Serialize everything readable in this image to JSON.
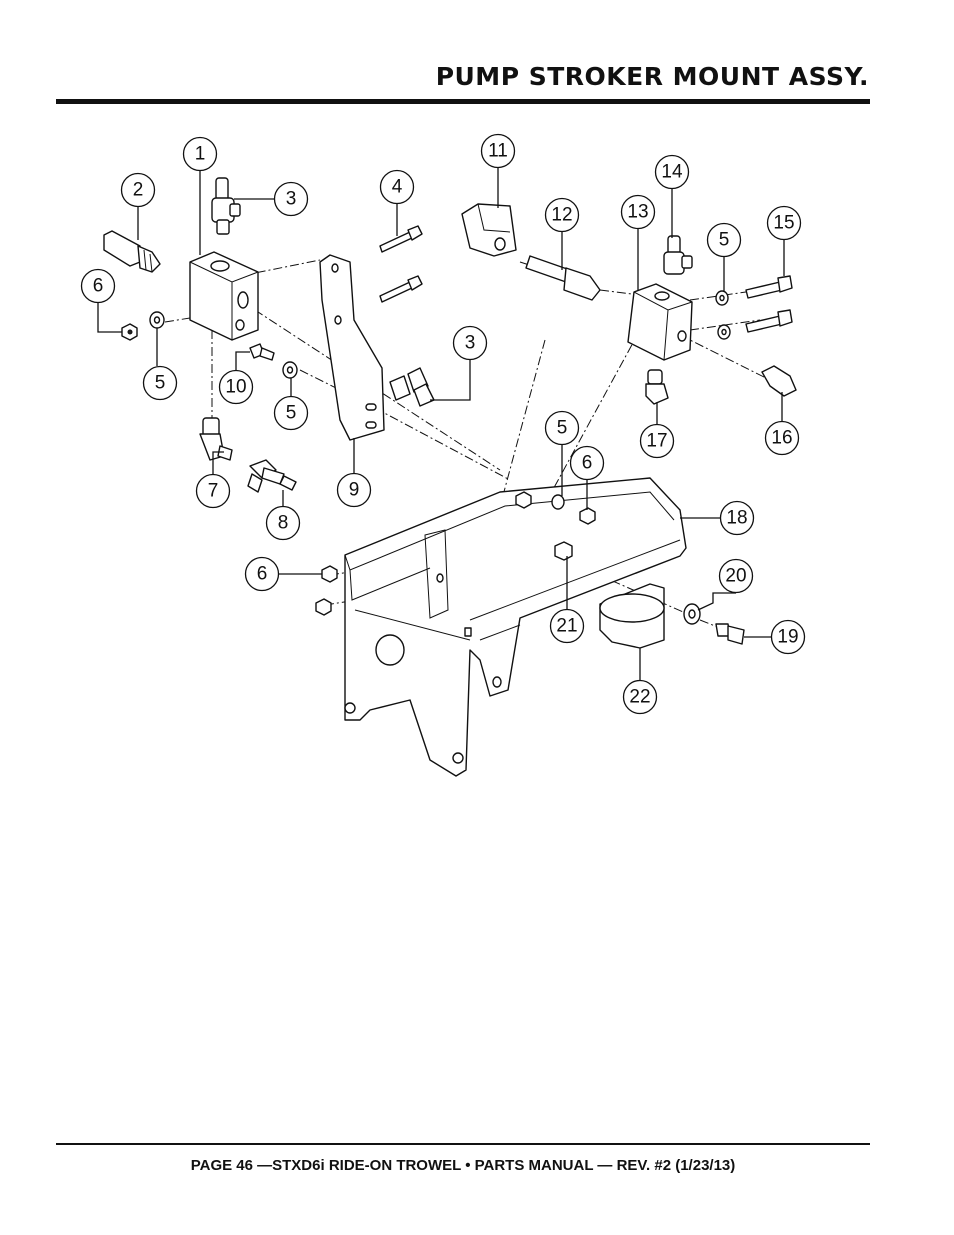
{
  "page": {
    "title": "PUMP STROKER MOUNT ASSY.",
    "footer": "PAGE 46 —STXD6i RIDE-ON TROWEL • PARTS MANUAL — REV. #2 (1/23/13)"
  },
  "diagram": {
    "callouts": [
      "1",
      "2",
      "3",
      "4",
      "6",
      "5",
      "10",
      "5",
      "3",
      "7",
      "8",
      "9",
      "11",
      "12",
      "13",
      "14",
      "5",
      "15",
      "16",
      "17",
      "5",
      "6",
      "18",
      "6",
      "20",
      "21",
      "19",
      "22"
    ]
  }
}
